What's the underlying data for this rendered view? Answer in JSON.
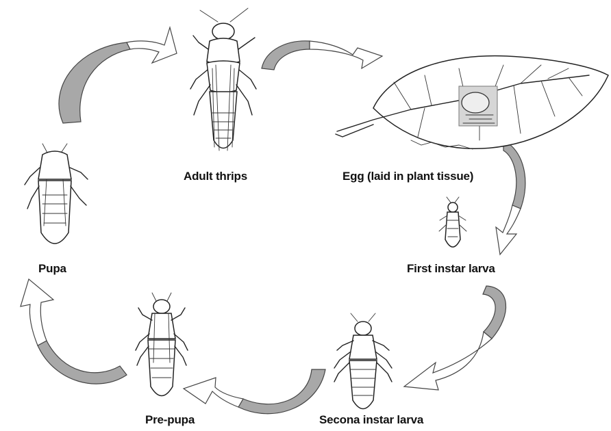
{
  "stages": [
    {
      "id": "adult",
      "label": "Adult thrips"
    },
    {
      "id": "egg",
      "label": "Egg (laid in plant tissue)"
    },
    {
      "id": "first-instar",
      "label": "First instar larva"
    },
    {
      "id": "second-instar",
      "label": "Secona instar larva"
    },
    {
      "id": "pre-pupa",
      "label": "Pre-pupa"
    },
    {
      "id": "pupa",
      "label": "Pupa"
    }
  ],
  "colors": {
    "arrow_shade": "#a8a8a8",
    "line": "#222222",
    "background": "#ffffff"
  }
}
